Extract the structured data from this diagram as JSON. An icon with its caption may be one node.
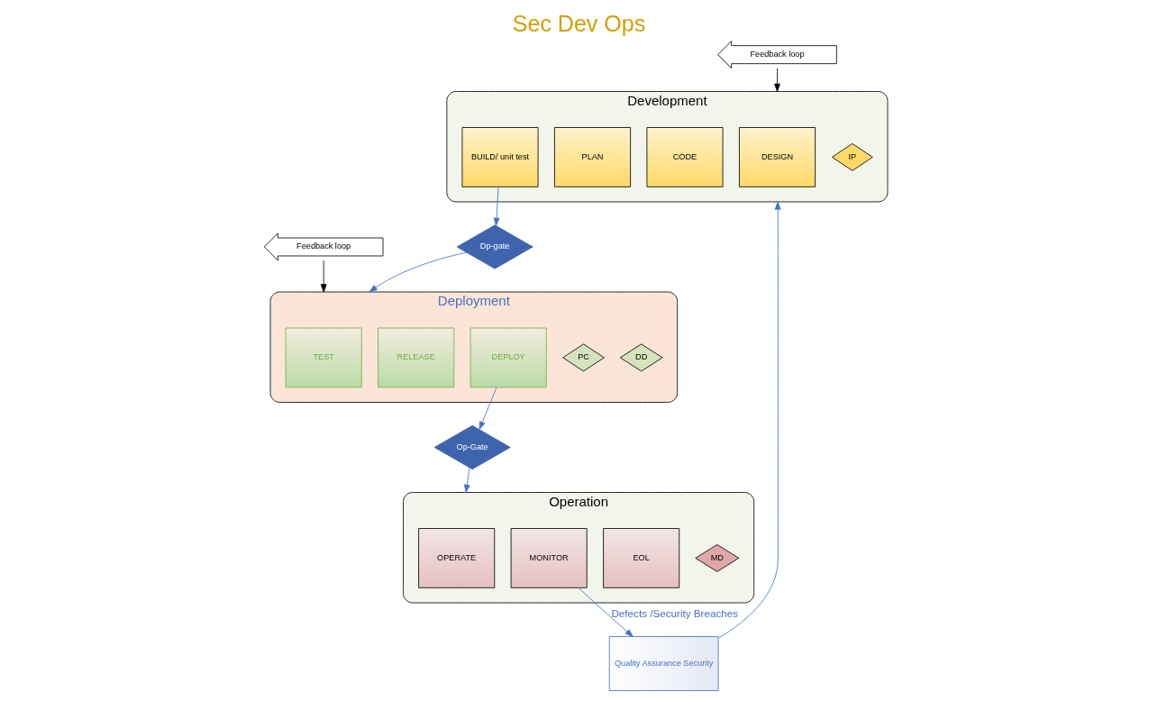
{
  "diagram": {
    "title": "Sec Dev Ops",
    "nodes": [
      {
        "text": [
          "Development"
        ]
      },
      {
        "text": [
          "DESIGN"
        ],
        "in": 0
      },
      {
        "text": [
          "PLAN"
        ],
        "in": 0
      },
      {
        "text": [
          "CODE"
        ],
        "in": 0
      },
      {
        "text": [
          "BUILD/ unit test"
        ],
        "in": 0
      },
      {
        "text": [
          "IP"
        ],
        "in": 0
      },
      {
        "text": [
          "Dp-gate"
        ]
      },
      {
        "text": [
          "Deployment"
        ]
      },
      {
        "text": [
          "TEST"
        ],
        "in": 7
      },
      {
        "text": [
          "RELEASE"
        ],
        "in": 7
      },
      {
        "text": [
          "DEPLOY"
        ],
        "in": 7
      },
      {
        "text": [
          "PC"
        ],
        "in": 7
      },
      {
        "text": [
          "DD"
        ],
        "in": 7
      },
      {
        "text": [
          "Op-Gate"
        ]
      },
      {
        "text": [
          "Operation"
        ]
      },
      {
        "text": [
          "OPERATE"
        ],
        "in": 14
      },
      {
        "text": [
          "MONITOR"
        ],
        "in": 14
      },
      {
        "text": [
          "EOL"
        ],
        "in": 14
      },
      {
        "text": [
          "MD"
        ],
        "in": 14
      },
      {
        "text": [
          "Quality Assurance Security"
        ]
      },
      {
        "text": [
          "Feedback loop"
        ]
      },
      {
        "text": [
          "Feedback loop"
        ]
      }
    ],
    "edges": [
      {
        "from": 4,
        "to": 6,
        "arrow": "to"
      },
      {
        "from": 6,
        "to": 7,
        "arrow": "to"
      },
      {
        "from": 10,
        "to": 13,
        "arrow": "to"
      },
      {
        "from": 13,
        "to": 14,
        "arrow": "to"
      },
      {
        "from": 16,
        "to": 19,
        "arrow": "to",
        "label": "Defects /Security Breaches"
      },
      {
        "from": 19,
        "to": 0,
        "arrow": "to"
      },
      {
        "from": 20,
        "to": 0,
        "arrow": "to",
        "color": "#000000"
      },
      {
        "from": 21,
        "to": 7,
        "arrow": "to",
        "color": "#000000"
      }
    ]
  }
}
